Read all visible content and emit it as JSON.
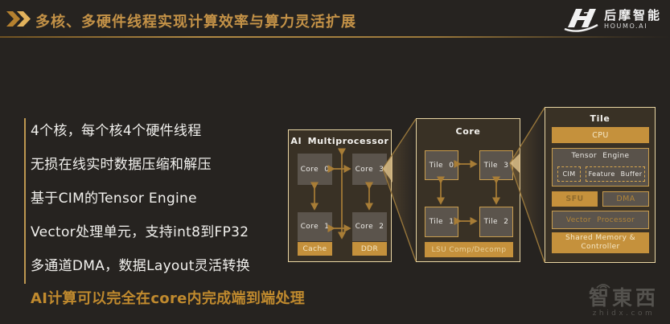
{
  "header": {
    "title": "多核、多硬件线程实现计算效率与算力灵活扩展",
    "logo": {
      "cn": "后摩智能",
      "en": "HOUMO.AI"
    }
  },
  "bullets": {
    "items": [
      "4个核，每个核4个硬件线程",
      "无损在线实时数据压缩和解压",
      "基于CIM的Tensor Engine",
      "Vector处理单元，支持int8到FP32",
      "多通道DMA，数据Layout灵活转换"
    ],
    "highlight": "AI计算可以完全在core内完成端到端处理"
  },
  "diagram": {
    "multiprocessor": {
      "title": "AI Multiprocessor",
      "cores": [
        "Core 0",
        "Core 3",
        "Core 1",
        "Core 2"
      ],
      "cache": "Cache",
      "ddr": "DDR"
    },
    "core": {
      "title": "Core",
      "tiles": [
        "Tile 0",
        "Tile 3",
        "Tile 1",
        "Tile 2"
      ],
      "lsu": "LSU Comp/Decomp"
    },
    "tile": {
      "title": "Tile",
      "cpu": "CPU",
      "tensor_engine": "Tensor Engine",
      "cim": "CIM",
      "feature_buffer": "Feature Buffer",
      "sfu": "SFU",
      "dma": "DMA",
      "vector": "Vector Processor",
      "shared": "Shared Memory & Controller"
    }
  },
  "watermark": {
    "cn": "智東西",
    "en": "zhidx.com"
  },
  "colors": {
    "gold": "#c5913c",
    "panel_border": "#e9d6a4",
    "title_gold": "#c49247",
    "highlight_gold": "#c08a2e",
    "arrow": "#a87d36"
  }
}
